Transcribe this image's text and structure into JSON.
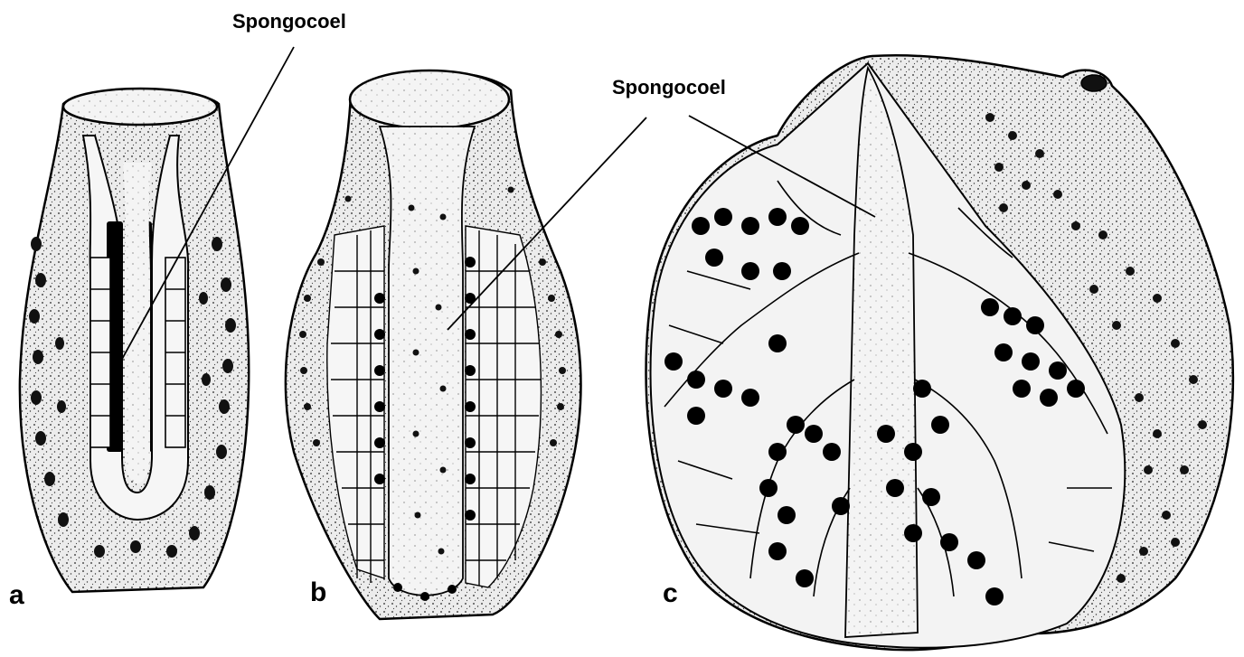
{
  "labels": {
    "spongocoel_top": "Spongocoel",
    "spongocoel_right": "Spongocoel"
  },
  "panels": {
    "a": "a",
    "b": "b",
    "c": "c"
  },
  "colors": {
    "ink": "#000000",
    "paper": "#ffffff",
    "body_fill": "#ececec",
    "cavity_fill": "#f6f6f6"
  }
}
